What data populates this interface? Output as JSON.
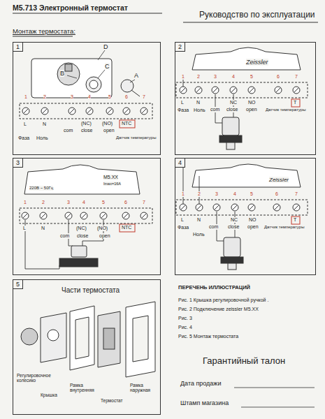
{
  "diagram": {
    "title": "M5.713 Электронный термостат",
    "nodes": [
      {
        "text": [
          "1"
        ]
      },
      {
        "text": [
          "2"
        ]
      },
      {
        "text": [
          "3"
        ]
      },
      {
        "text": [
          "4"
        ]
      },
      {
        "text": [
          "5"
        ]
      }
    ],
    "labels": [
      "Руководство по эксплуатации",
      "Монтаж термостата:",
      "D",
      "C",
      "B",
      "A",
      "1",
      "2",
      "3",
      "4",
      "5",
      "6",
      "7",
      "L",
      "N",
      "(NC)",
      "(NO)",
      "com",
      "close",
      "open",
      "NTC",
      "Фаза",
      "Ноль",
      "Датчик температуры",
      "Zeissler",
      "1",
      "2",
      "3",
      "4",
      "5",
      "6",
      "7",
      "L",
      "N",
      "com",
      "NC",
      "close",
      "NO",
      "open",
      "Фаза",
      "Ноль",
      "Датчик температуры",
      "T",
      "M5.XX",
      "Imax=16A",
      "220В ~ 50Гц",
      "1",
      "2",
      "3",
      "4",
      "5",
      "6",
      "7",
      "L",
      "N",
      "com",
      "(NC)",
      "(NO)",
      "close",
      "open",
      "NTC",
      "Zeissler",
      "1",
      "2",
      "3",
      "4",
      "5",
      "6",
      "7",
      "L",
      "N",
      "com",
      "NC",
      "close",
      "NO",
      "open",
      "Фаза",
      "Ноль",
      "Датчик температуры",
      "T",
      "Части термостата",
      "Регулировочное колесико",
      "Крышка",
      "Рамка внутренняя",
      "Термостат",
      "Рамка наружная",
      "ПЕРЕЧЕНЬ ИЛЛЮСТРАЦИЙ",
      "Рис. 1 Крышка регулировочной ручкой .",
      "Рис. 2 Подключение zeissler M5.XX",
      "Рис. 3",
      "Рис. 4",
      "Рис. 5 Монтаж термостата",
      "Гарантийный талон",
      "Дата продажи",
      "Штамп магазина"
    ]
  }
}
